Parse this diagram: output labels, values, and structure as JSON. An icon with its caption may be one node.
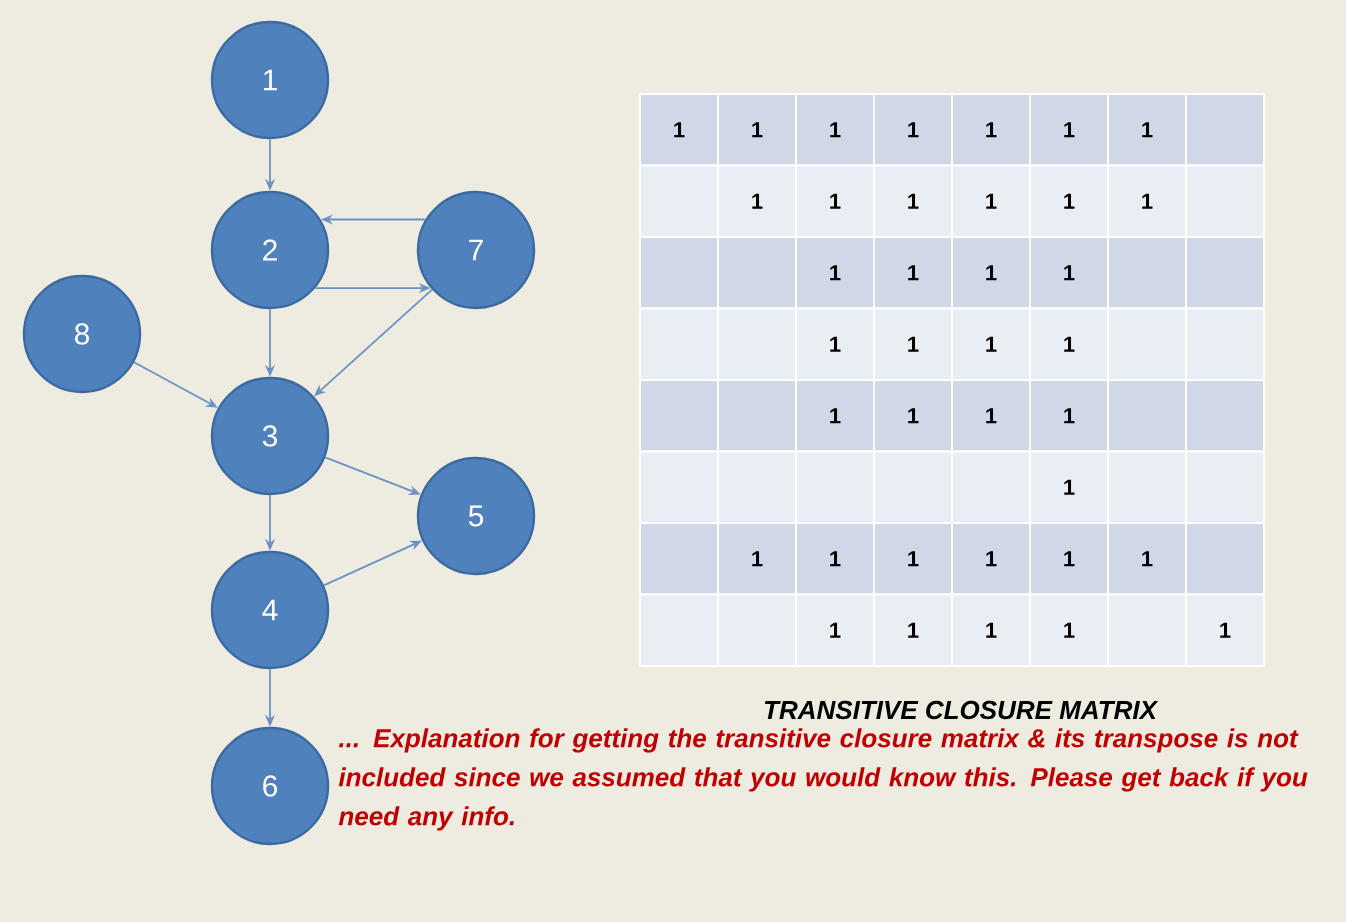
{
  "diagram": {
    "caption": "TRANSITIVE CLOSURE MATRIX",
    "nodes": [
      {
        "text": [
          "1"
        ]
      },
      {
        "text": [
          "2"
        ]
      },
      {
        "text": [
          "7"
        ]
      },
      {
        "text": [
          "8"
        ]
      },
      {
        "text": [
          "3"
        ]
      },
      {
        "text": [
          "5"
        ]
      },
      {
        "text": [
          "4"
        ]
      },
      {
        "text": [
          "6"
        ]
      }
    ],
    "edges": [
      {
        "from": 0,
        "to": 1,
        "arrow": "to"
      },
      {
        "from": 2,
        "to": 1,
        "arrow": "to"
      },
      {
        "from": 1,
        "to": 2,
        "arrow": "to"
      },
      {
        "from": 1,
        "to": 4,
        "arrow": "to"
      },
      {
        "from": 2,
        "to": 4,
        "arrow": "to"
      },
      {
        "from": 3,
        "to": 4,
        "arrow": "to"
      },
      {
        "from": 4,
        "to": 5,
        "arrow": "to"
      },
      {
        "from": 4,
        "to": 6,
        "arrow": "to"
      },
      {
        "from": 6,
        "to": 5,
        "arrow": "to"
      },
      {
        "from": 6,
        "to": 7,
        "arrow": "to"
      }
    ],
    "labels": [
      "1",
      "1",
      "1",
      "1",
      "1",
      "1",
      "1",
      "1",
      "1",
      "1",
      "1",
      "1",
      "1",
      "1",
      "1",
      "1",
      "1",
      "1",
      "1",
      "1",
      "1",
      "1",
      "1",
      "1",
      "1",
      "1",
      "1",
      "1",
      "1",
      "1",
      "1",
      "1",
      "1",
      "1",
      "1",
      "1",
      "1",
      "... Explanation for getting the transitive closure matrix & its transpose is not included since we assumed that you would know this. Please get back if you need any info."
    ]
  }
}
